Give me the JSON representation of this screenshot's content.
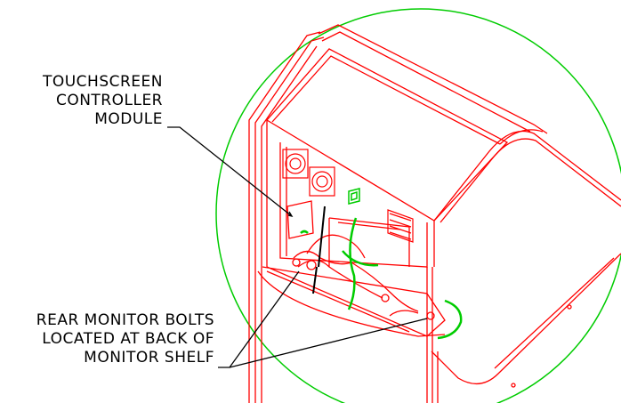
{
  "callouts": {
    "touchscreen": {
      "lines": [
        "TOUCHSCREEN",
        "CONTROLLER",
        "MODULE"
      ]
    },
    "bolts": {
      "lines": [
        "REAR MONITOR BOLTS",
        "LOCATED AT BACK OF",
        "MONITOR SHELF"
      ]
    }
  },
  "colors": {
    "cabinet": "#ff0000",
    "detail_circle": "#00cc00",
    "wiring_green": "#00cc00",
    "leader": "#000000",
    "text": "#000000"
  },
  "icons": [
    "fan-icon",
    "fan-icon",
    "vent-grille-icon",
    "ground-symbol-icon"
  ]
}
